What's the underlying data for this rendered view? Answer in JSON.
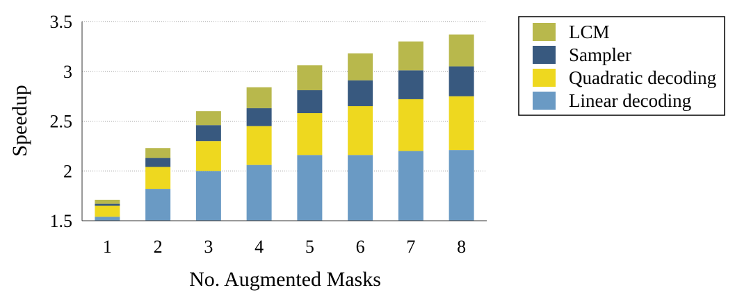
{
  "chart_data": {
    "type": "bar",
    "stacked": true,
    "xlabel": "No. Augmented Masks",
    "ylabel": "Speedup",
    "ylim": [
      1.5,
      3.5
    ],
    "yticks": [
      "1.5",
      "2",
      "2.5",
      "3",
      "3.5"
    ],
    "categories": [
      "1",
      "2",
      "3",
      "4",
      "5",
      "6",
      "7",
      "8"
    ],
    "grid": "horizontal dotted",
    "legend_position": "right",
    "series": [
      {
        "name": "Linear decoding",
        "color": "#6a9ac4",
        "tops": [
          1.54,
          1.82,
          2.0,
          2.06,
          2.16,
          2.16,
          2.2,
          2.21
        ]
      },
      {
        "name": "Quadratic decoding",
        "color": "#eed81f",
        "tops": [
          1.65,
          2.04,
          2.3,
          2.45,
          2.58,
          2.65,
          2.72,
          2.75
        ]
      },
      {
        "name": "Sampler",
        "color": "#38597f",
        "tops": [
          1.67,
          2.13,
          2.46,
          2.63,
          2.81,
          2.91,
          3.01,
          3.05
        ]
      },
      {
        "name": "LCM",
        "color": "#b8b84c",
        "tops": [
          1.71,
          2.23,
          2.6,
          2.84,
          3.06,
          3.18,
          3.3,
          3.37
        ]
      }
    ],
    "legend_order": [
      "LCM",
      "Sampler",
      "Quadratic decoding",
      "Linear decoding"
    ]
  }
}
